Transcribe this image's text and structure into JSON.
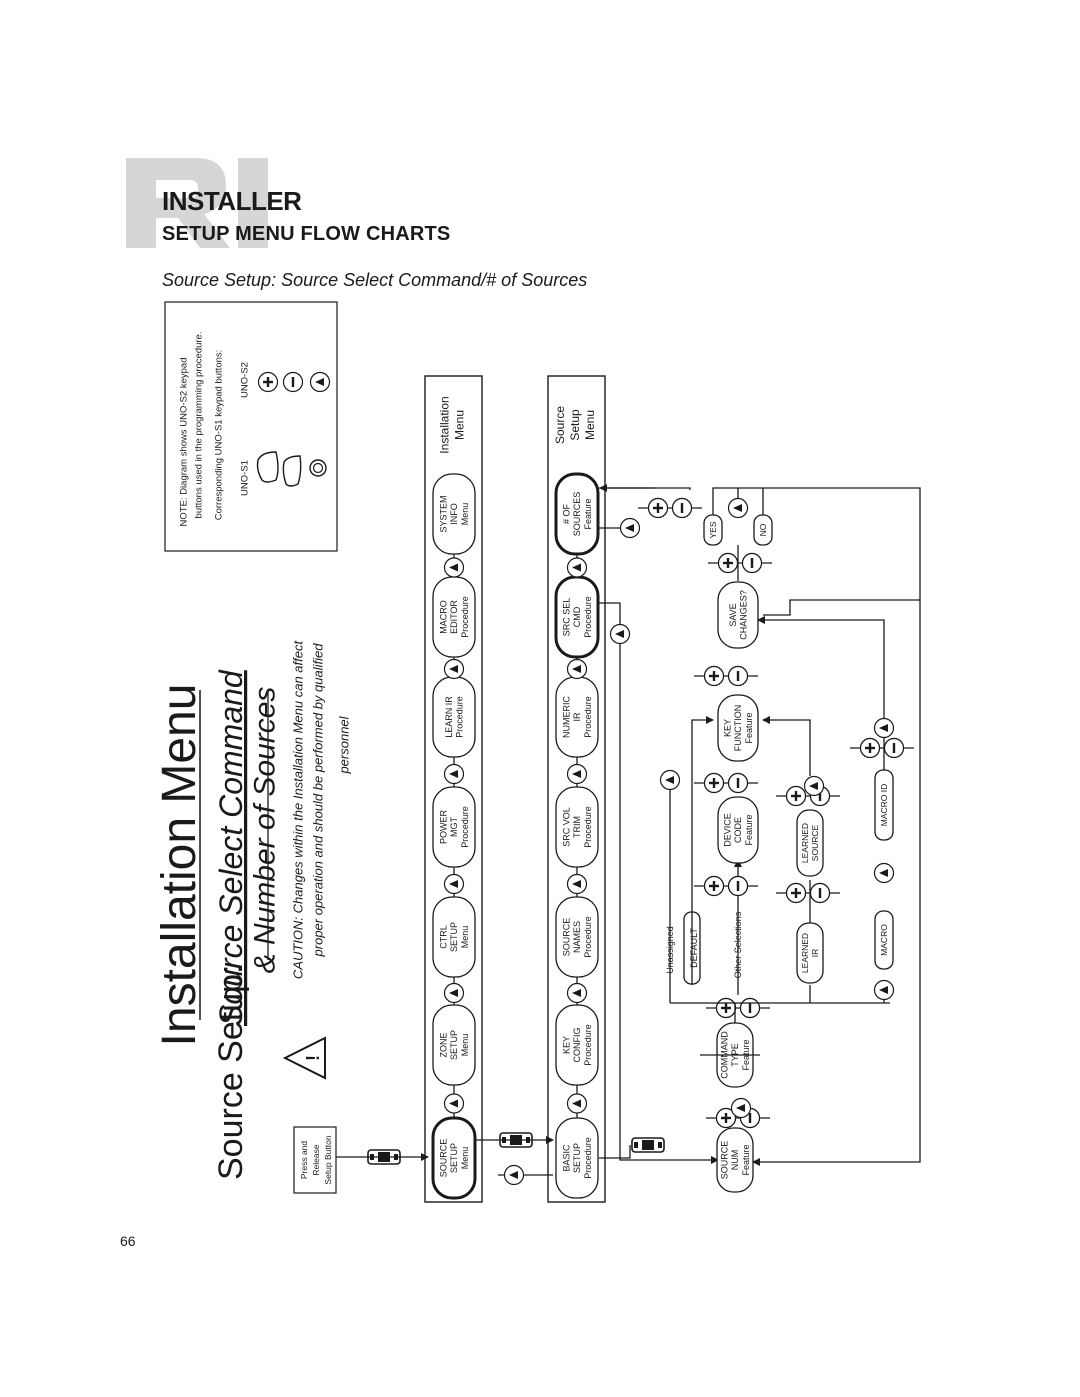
{
  "header": {
    "installer": "INSTALLER",
    "setup_menu_flow_charts": "SETUP MENU FLOW CHARTS",
    "section_title": "Source Setup: Source Select Command/# of Sources",
    "page_number": "66"
  },
  "title_block": {
    "line1": "Installation Menu",
    "line2a": "Source Setup: ",
    "line2b": "Source Select Command",
    "line3": "& Number of Sources"
  },
  "caution": {
    "line1": "CAUTION: Changes within the Installation Menu can affect",
    "line2": "proper operation and should be performed by qualified",
    "line3": "personnel"
  },
  "note": {
    "line1": "NOTE: Diagram shows UNO-S2 keypad",
    "line2": "buttons used in the programming procedure.",
    "line3": "Corresponding UNO-S1 keypad buttons:",
    "s1_label": "UNO-S1",
    "s2_label": "UNO-S2"
  },
  "press_box": [
    "Press and",
    "Release",
    "Setup Button"
  ],
  "installation_menu_label": [
    "Installation",
    "Menu"
  ],
  "source_setup_menu_label": [
    "Source",
    "Setup",
    "Menu"
  ],
  "installation_column": [
    [
      "SOURCE",
      "SETUP",
      "Menu"
    ],
    [
      "ZONE",
      "SETUP",
      "Menu"
    ],
    [
      "CTRL",
      "SETUP",
      "Menu"
    ],
    [
      "POWER",
      "MGT",
      "Procedure"
    ],
    [
      "LEARN IR",
      "Procedure"
    ],
    [
      "MACRO",
      "EDITOR",
      "Procedure"
    ],
    [
      "SYSTEM",
      "INFO",
      "Menu"
    ]
  ],
  "source_column": [
    [
      "BASIC",
      "SETUP",
      "Procedure"
    ],
    [
      "KEY",
      "CONFIG",
      "Procedure"
    ],
    [
      "SOURCE",
      "NAMES",
      "Procedure"
    ],
    [
      "SRC VOL",
      "TRIM",
      "Procedure"
    ],
    [
      "NUMERIC",
      "IR",
      "Procedure"
    ],
    [
      "SRC SEL",
      "CMD",
      "Procedure"
    ],
    [
      "# OF",
      "SOURCES",
      "Feature"
    ]
  ],
  "flow": {
    "source_num": [
      "SOURCE",
      "NUM",
      "Feature"
    ],
    "command_type": [
      "COMMAND",
      "TYPE",
      "Feature"
    ],
    "unassigned": "Unassigned",
    "default": "DEFAULT",
    "other_selections": "Other Selections",
    "device_code": [
      "DEVICE",
      "CODE",
      "Feature"
    ],
    "key_function": [
      "KEY",
      "FUNCTION",
      "Feature"
    ],
    "save_changes": [
      "SAVE",
      "CHANGES?"
    ],
    "yes": "YES",
    "no": "NO",
    "learned_ir": [
      "LEARNED",
      "IR"
    ],
    "learned_source": [
      "LEARNED",
      "SOURCE"
    ],
    "macro": "MACRO",
    "macro_id": "MACRO ID"
  }
}
